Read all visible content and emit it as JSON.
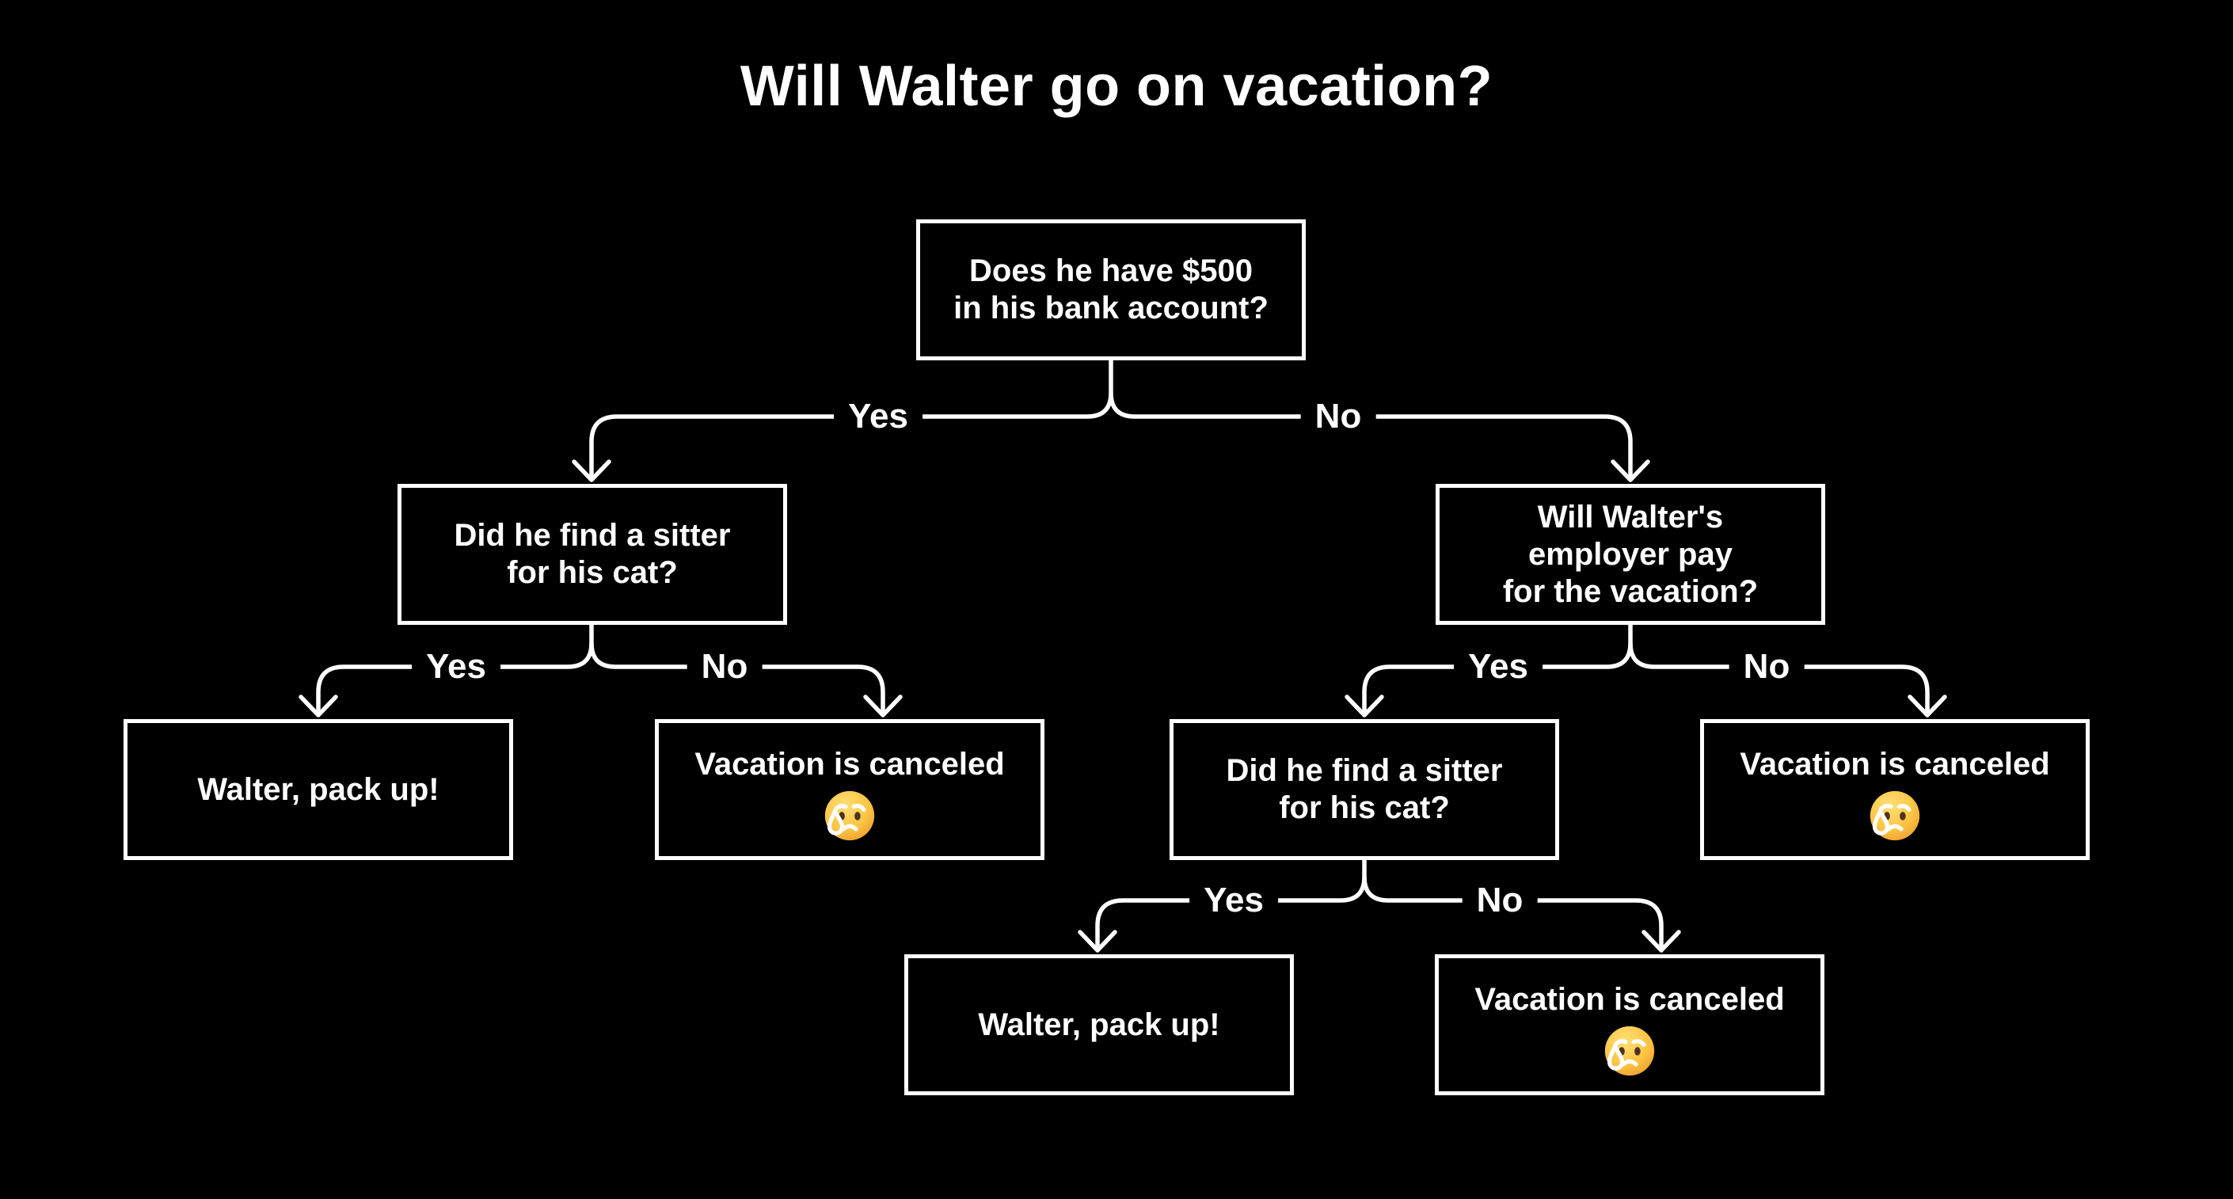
{
  "title": "Will Walter go on vacation?",
  "colors": {
    "background": "#000000",
    "line": "#ffffff",
    "text": "#ffffff",
    "box_border": "#ffffff",
    "box_background": "#000000",
    "emoji_face": "#fcc442",
    "emoji_tear": "#2d9ae0"
  },
  "emoji_meaning": "sad-but-relieved-face",
  "nodes": {
    "root": {
      "lines": [
        "Does he have $500",
        "in his bank account?"
      ]
    },
    "sitter_left": {
      "lines": [
        "Did he find a sitter",
        "for his cat?"
      ]
    },
    "employer": {
      "lines": [
        "Will Walter's",
        "employer pay",
        "for the vacation?"
      ]
    },
    "pack_left": {
      "lines": [
        "Walter, pack up!"
      ]
    },
    "canceled_left": {
      "lines": [
        "Vacation is canceled"
      ],
      "emoji": "😥"
    },
    "sitter_right": {
      "lines": [
        "Did he find a sitter",
        "for his cat?"
      ]
    },
    "canceled_right": {
      "lines": [
        "Vacation is canceled"
      ],
      "emoji": "😥"
    },
    "pack_bottom": {
      "lines": [
        "Walter, pack up!"
      ]
    },
    "canceled_bottom": {
      "lines": [
        "Vacation is canceled"
      ],
      "emoji": "😥"
    }
  },
  "edges": {
    "root": {
      "yes_label": "Yes",
      "no_label": "No"
    },
    "sitter_left": {
      "yes_label": "Yes",
      "no_label": "No"
    },
    "employer": {
      "yes_label": "Yes",
      "no_label": "No"
    },
    "sitter_right": {
      "yes_label": "Yes",
      "no_label": "No"
    }
  }
}
